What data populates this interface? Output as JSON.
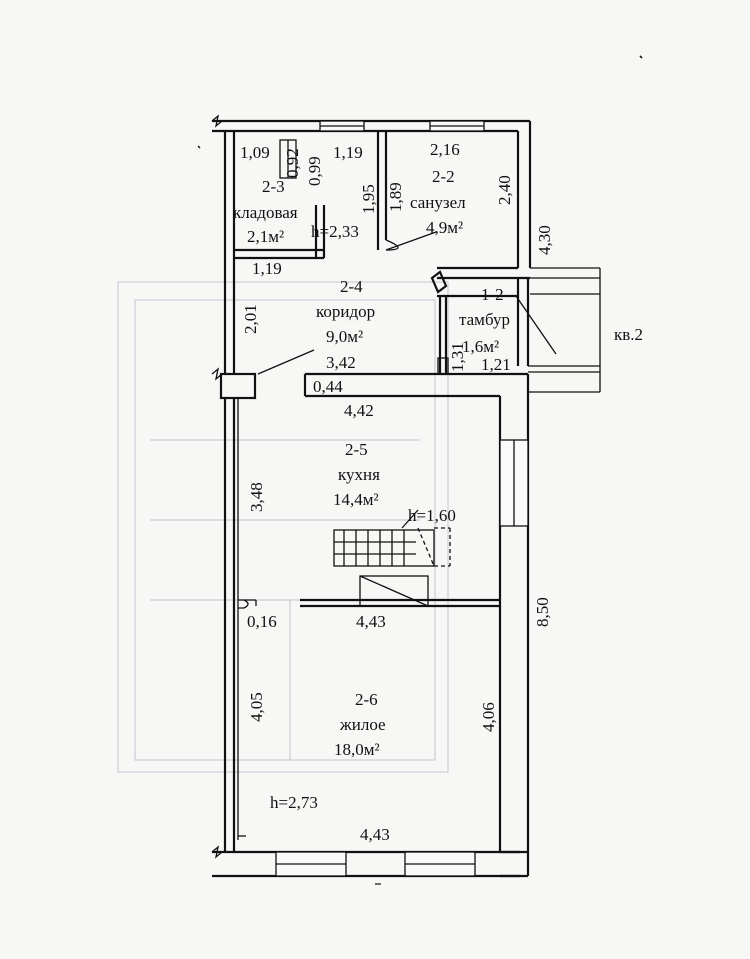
{
  "rooms": {
    "storage": {
      "id": "2-3",
      "name": "кладовая",
      "area": "2,1м²"
    },
    "bathroom": {
      "id": "2-2",
      "name": "санузел",
      "area": "4,9м²"
    },
    "corridor": {
      "id": "2-4",
      "name": "коридор",
      "area": "9,0м²"
    },
    "vestibule": {
      "id": "1-2",
      "name": "тамбур",
      "area": "1,6м²"
    },
    "kitchen": {
      "id": "2-5",
      "name": "кухня",
      "area": "14,4м²"
    },
    "living": {
      "id": "2-6",
      "name": "жилое",
      "area": "18,0м²"
    }
  },
  "heights": {
    "storage": "h=2,33",
    "stair": "h=1,60",
    "living": "h=2,73"
  },
  "apartment_label": "кв.2",
  "dimensions": {
    "d_109": "1,09",
    "d_092": "0,92",
    "d_099": "0,99",
    "d_119_top": "1,19",
    "d_216": "2,16",
    "d_195": "1,95",
    "d_189": "1,89",
    "d_240": "2,40",
    "d_430": "4,30",
    "d_119_bottom": "1,19",
    "d_201": "2,01",
    "d_342": "3,42",
    "d_131": "1,31",
    "d_121": "1,21",
    "d_044": "0,44",
    "d_442": "4,42",
    "d_348": "3,48",
    "d_850": "8,50",
    "d_016": "0,16",
    "d_443_mid": "4,43",
    "d_405": "4,05",
    "d_406": "4,06",
    "d_443_bottom": "4,43"
  }
}
